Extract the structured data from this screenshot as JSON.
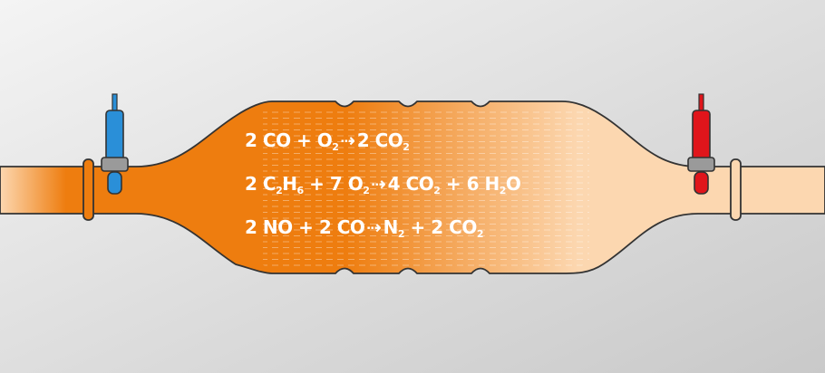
{
  "diagram": {
    "colors": {
      "background_light": "#f4f4f4",
      "background_dark": "#c9c9c9",
      "exhaust_hot": "#ee7d0f",
      "exhaust_clean": "#fcd7b0",
      "pipe_outline": "#333333",
      "sensor_inlet": "#2a8fd8",
      "sensor_outlet": "#e0151b",
      "clamp": "#9a9a9a"
    },
    "components": [
      {
        "name": "inlet-pipe",
        "icon": "pipe-icon"
      },
      {
        "name": "inlet-lambda-sensor",
        "icon": "sensor-icon",
        "color": "#2a8fd8"
      },
      {
        "name": "catalytic-converter-body",
        "icon": "converter-icon"
      },
      {
        "name": "outlet-lambda-sensor",
        "icon": "sensor-icon",
        "color": "#e0151b"
      },
      {
        "name": "outlet-pipe",
        "icon": "pipe-icon"
      }
    ],
    "reactions": [
      {
        "reactants": [
          {
            "coef": "2",
            "formula": [
              {
                "t": "CO"
              }
            ]
          },
          {
            "coef": "",
            "formula": [
              {
                "t": "O"
              },
              {
                "s": "2"
              }
            ]
          }
        ],
        "products": [
          {
            "coef": "2",
            "formula": [
              {
                "t": "CO"
              },
              {
                "s": "2"
              }
            ]
          }
        ]
      },
      {
        "reactants": [
          {
            "coef": "2",
            "formula": [
              {
                "t": "C"
              },
              {
                "s": "2"
              },
              {
                "t": "H"
              },
              {
                "s": "6"
              }
            ]
          },
          {
            "coef": "7",
            "formula": [
              {
                "t": "O"
              },
              {
                "s": "2"
              }
            ]
          }
        ],
        "products": [
          {
            "coef": "4",
            "formula": [
              {
                "t": "CO"
              },
              {
                "s": "2"
              }
            ]
          },
          {
            "coef": "6",
            "formula": [
              {
                "t": "H"
              },
              {
                "s": "2"
              },
              {
                "t": "O"
              }
            ]
          }
        ]
      },
      {
        "reactants": [
          {
            "coef": "2",
            "formula": [
              {
                "t": "NO"
              }
            ]
          },
          {
            "coef": "2",
            "formula": [
              {
                "t": "CO"
              }
            ]
          }
        ],
        "products": [
          {
            "coef": "",
            "formula": [
              {
                "t": "N"
              },
              {
                "s": "2"
              }
            ]
          },
          {
            "coef": "2",
            "formula": [
              {
                "t": "CO"
              },
              {
                "s": "2"
              }
            ]
          }
        ]
      }
    ],
    "arrow_glyph": "⇢",
    "plus_glyph": "+"
  }
}
